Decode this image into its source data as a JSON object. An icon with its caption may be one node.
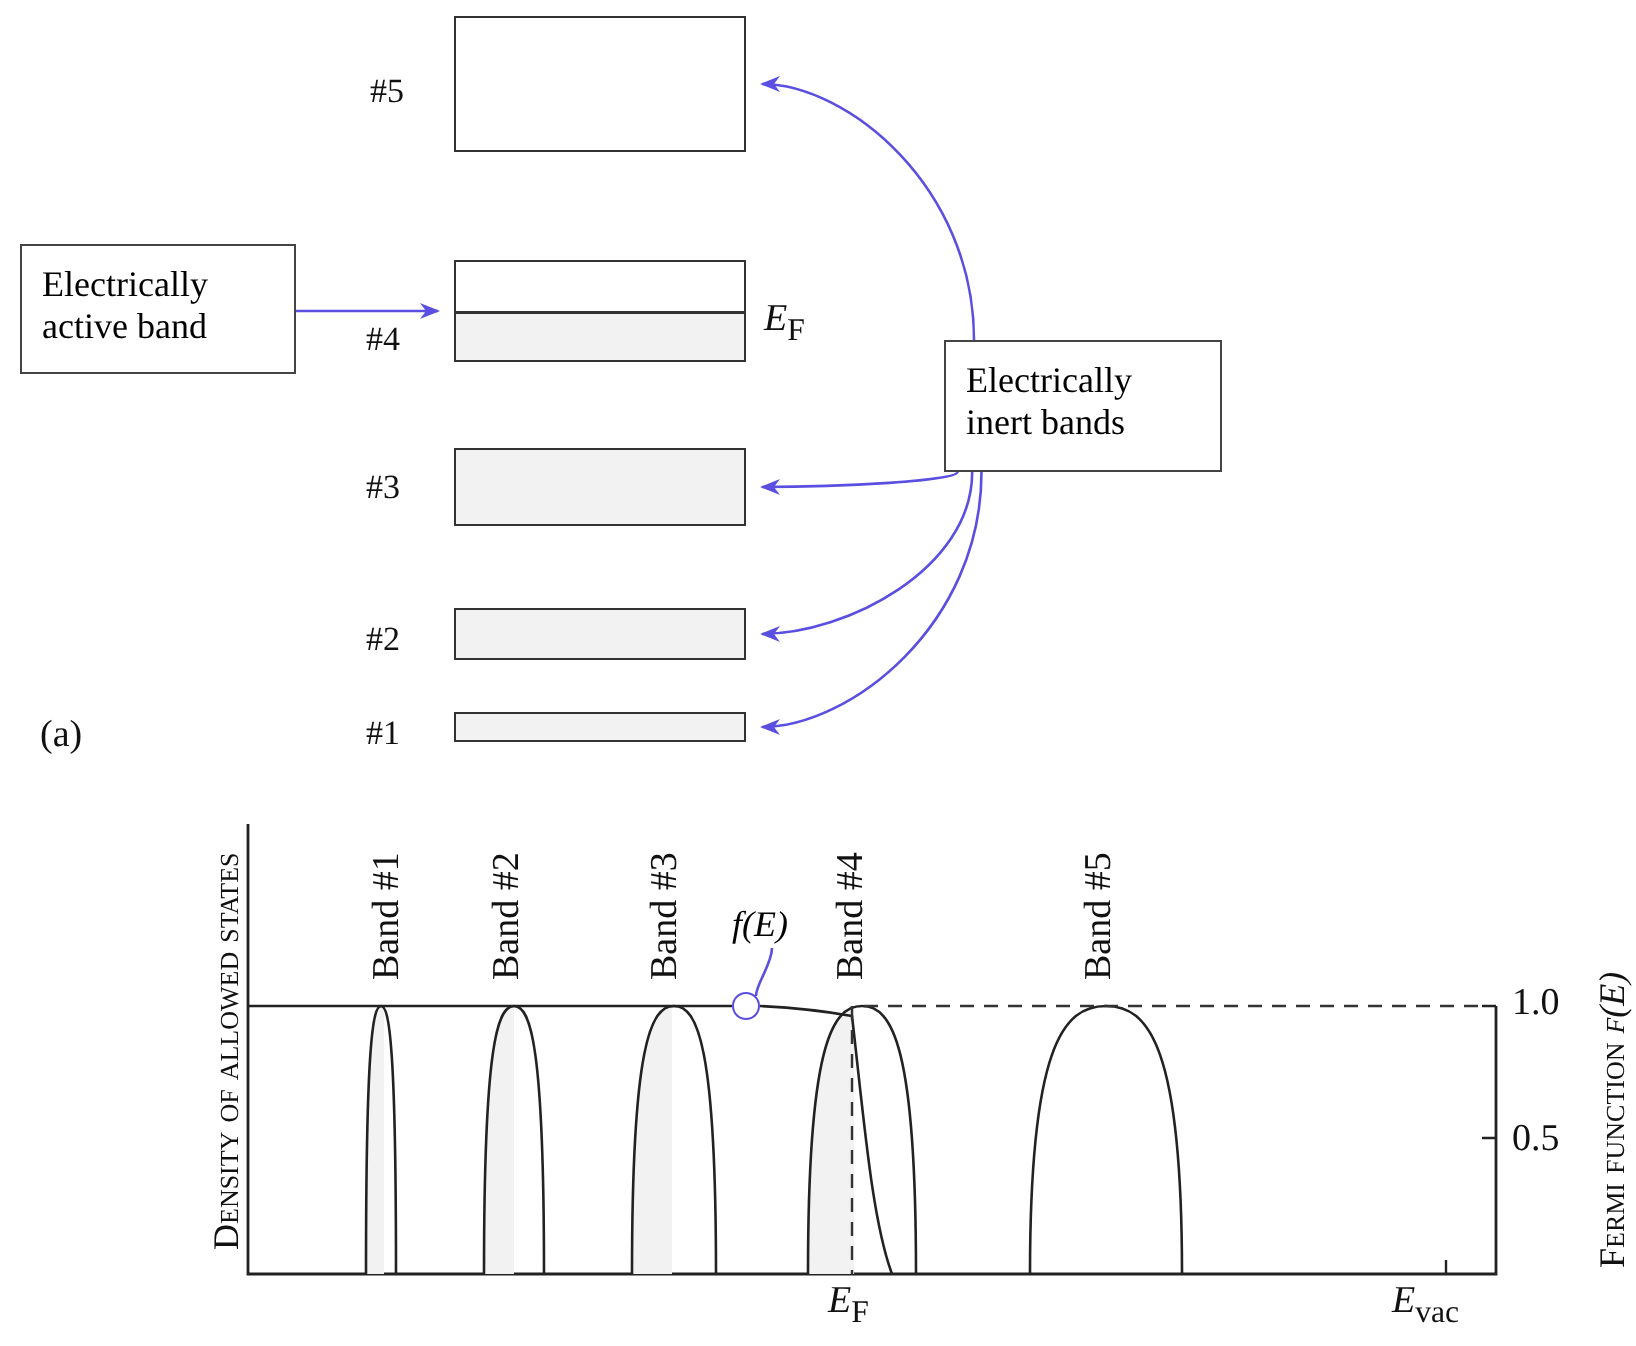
{
  "diagram": {
    "nodes": [
      {
        "text": [],
        "shape": "box",
        "beside": [
          "#5"
        ]
      },
      {
        "text": [],
        "shape": "box",
        "beside": [
          "#4"
        ]
      },
      {
        "text": [],
        "shape": "box",
        "beside": [
          "#3"
        ]
      },
      {
        "text": [],
        "shape": "box",
        "beside": [
          "#2"
        ]
      },
      {
        "text": [],
        "shape": "box",
        "beside": [
          "#1"
        ]
      },
      {
        "text": [
          "Electrically active band"
        ]
      },
      {
        "text": [
          "Electrically inert bands"
        ]
      },
      {
        "text": [
          "f(E)"
        ]
      },
      {
        "text": [],
        "shape": "circle"
      }
    ],
    "edges": [
      {
        "from": 5,
        "to": 1,
        "arrow": "to"
      },
      {
        "from": 6,
        "to": 0,
        "arrow": "to"
      },
      {
        "from": 6,
        "to": 2,
        "arrow": "to"
      },
      {
        "from": 6,
        "to": 3,
        "arrow": "to"
      },
      {
        "from": 6,
        "to": 4,
        "arrow": "to"
      },
      {
        "from": 7,
        "to": 8,
        "arrow": "none"
      }
    ],
    "labels": [
      "*E*$_{F}$",
      "(a)",
      "Band #1",
      "Band #2",
      "Band #3",
      "Band #4",
      "Band #5",
      "Density of allowed states",
      "1.0",
      "0.5",
      "Fermi function *f(E)*",
      "*E*$_{F}$",
      "*E*$_{vac}$"
    ]
  }
}
